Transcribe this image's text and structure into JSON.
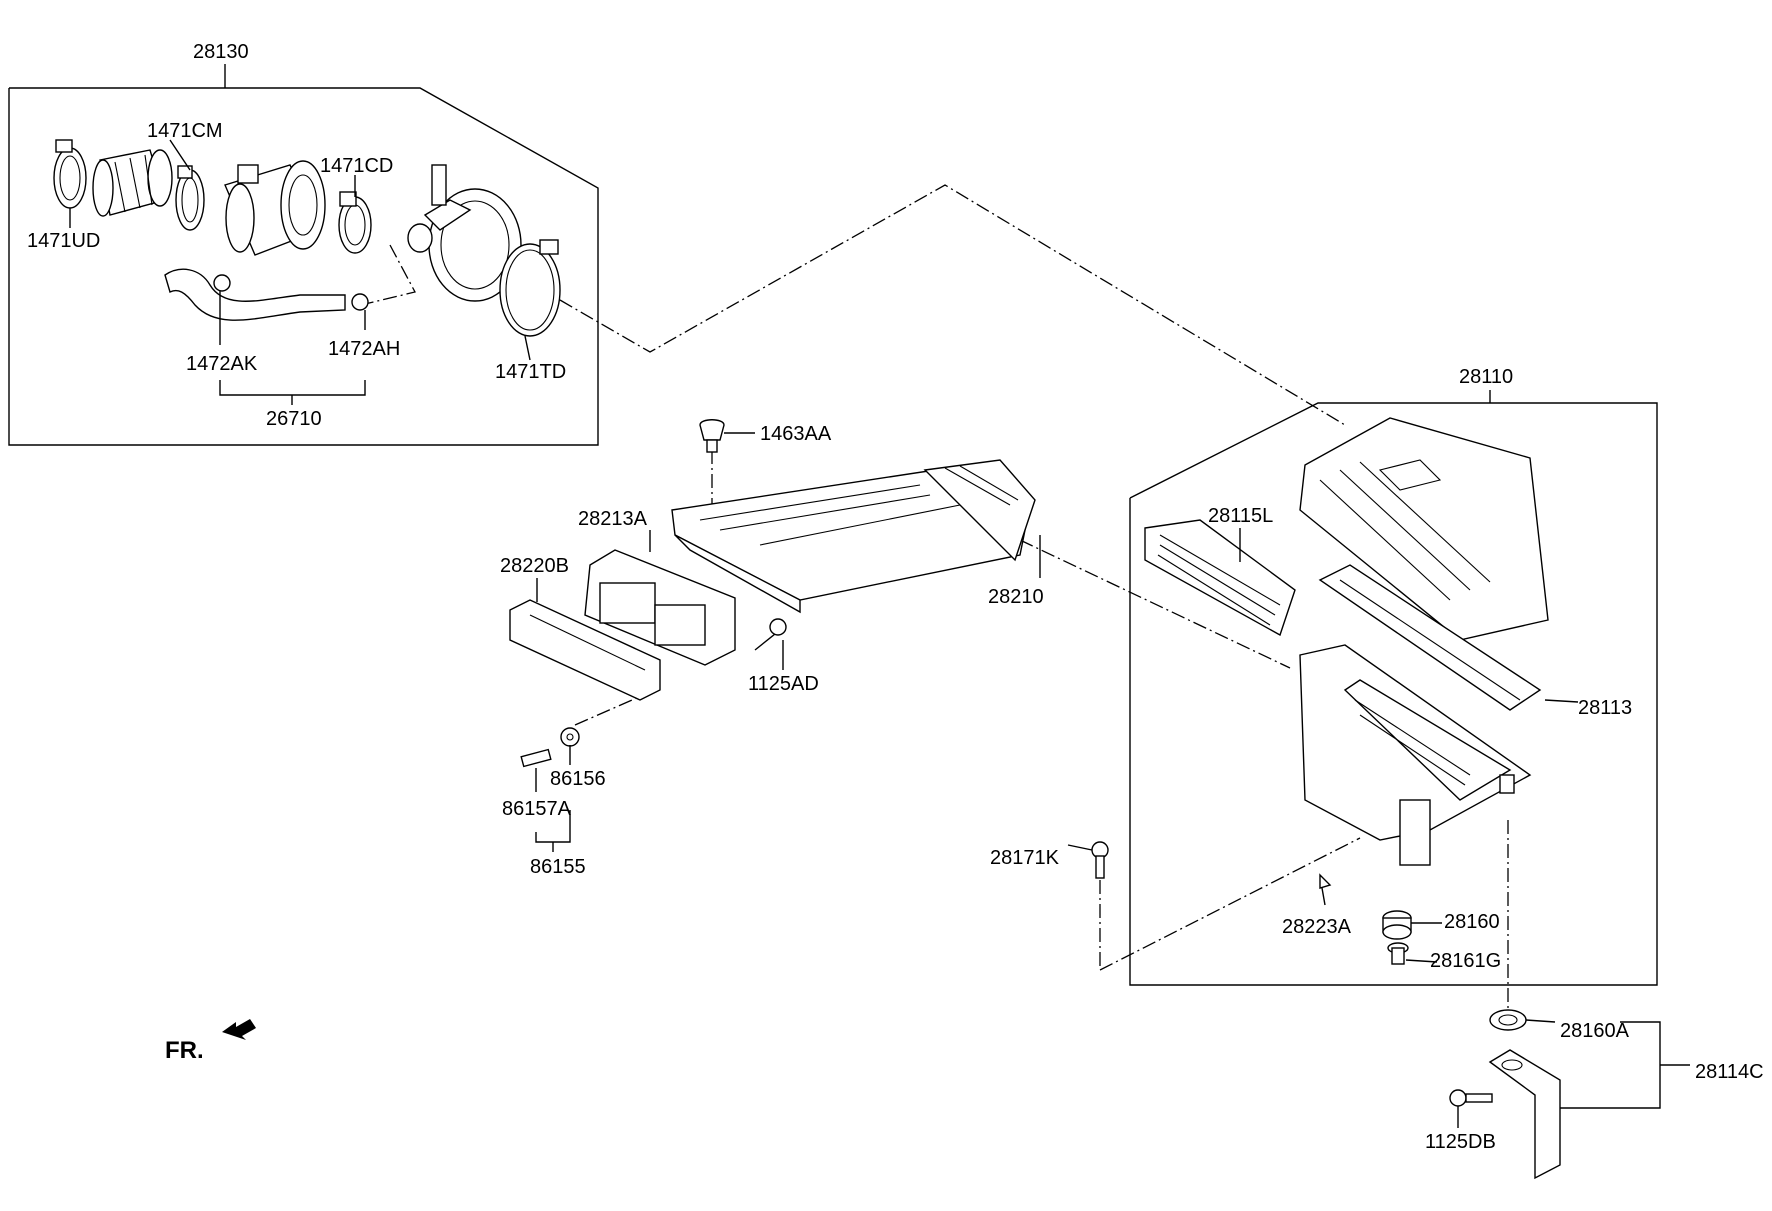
{
  "labels": {
    "p28130": "28130",
    "p1471CM": "1471CM",
    "p1471CD": "1471CD",
    "p1471UD": "1471UD",
    "p1472AK": "1472AK",
    "p1472AH": "1472AH",
    "p1471TD": "1471TD",
    "p26710": "26710",
    "p1463AA": "1463AA",
    "p28213A": "28213A",
    "p28220B": "28220B",
    "p28210": "28210",
    "p1125AD": "1125AD",
    "p86156": "86156",
    "p86157A": "86157A",
    "p86155": "86155",
    "p28110": "28110",
    "p28115L": "28115L",
    "p28113": "28113",
    "p28171K": "28171K",
    "p28223A": "28223A",
    "p28160": "28160",
    "p28161G": "28161G",
    "p28160A": "28160A",
    "p28114C": "28114C",
    "p1125DB": "1125DB",
    "front": "FR."
  }
}
